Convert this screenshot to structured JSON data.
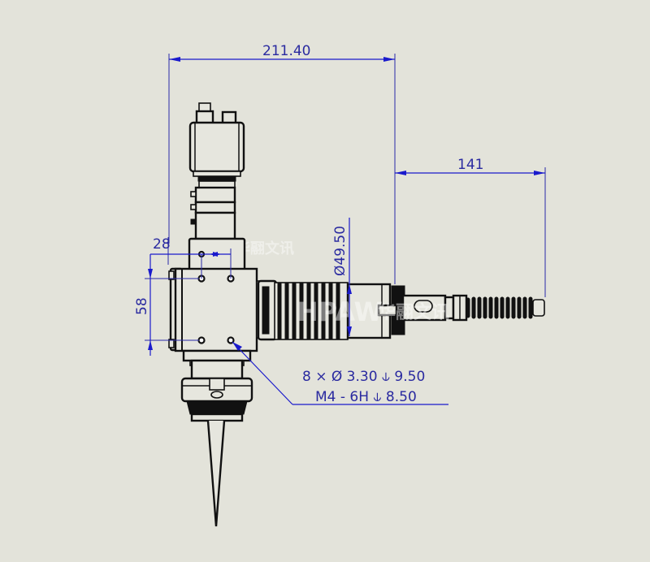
{
  "drawing": {
    "background_color": "#e3e3da",
    "line_color": "#111111",
    "dimension_color": "#1a1acc",
    "dimension_text_color": "#2a2aa0",
    "subject": "laser welding head assembly",
    "watermark": "HPAW",
    "watermark_secondary": "华翮文讯"
  },
  "dimensions": {
    "overall_width": "211.40",
    "horizontal_offset": "141",
    "hole_spacing_horizontal": "28",
    "hole_spacing_vertical": "58",
    "bellows_diameter": "Ø49.50"
  },
  "callout": {
    "line1": "8 × Ø 3.30 ⫝ 9.50",
    "line2": "M4 - 6H ⫝ 8.50"
  }
}
